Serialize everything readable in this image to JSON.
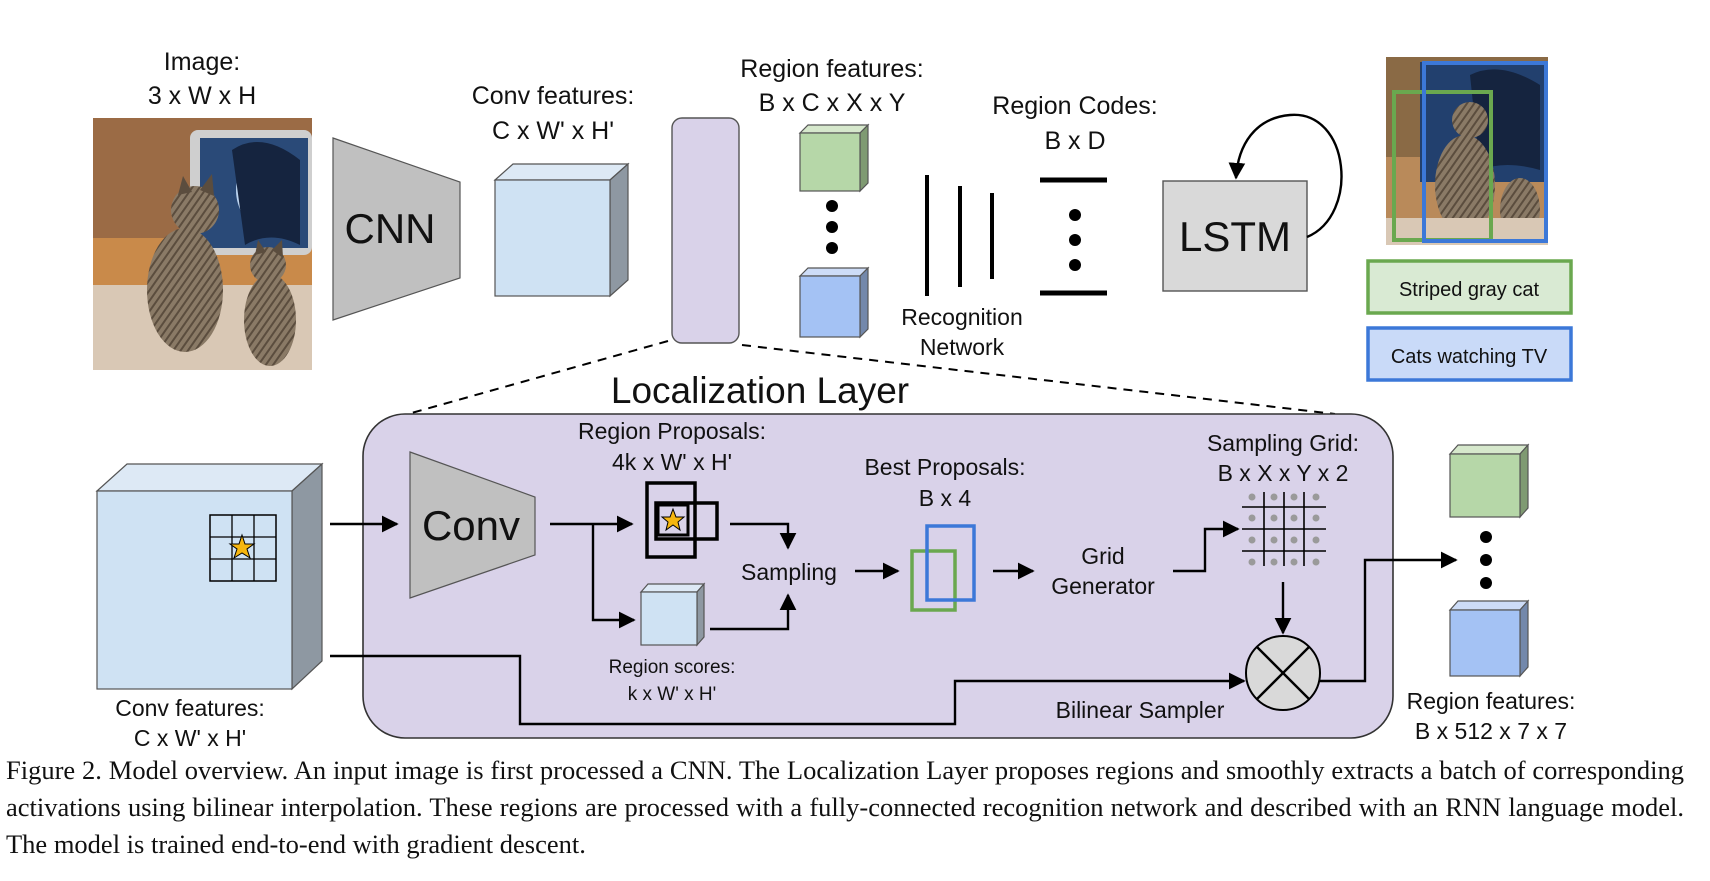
{
  "top": {
    "image_label": [
      "Image:",
      "3 x W x H"
    ],
    "cnn_label": "CNN",
    "conv_features_label": [
      "Conv features:",
      "C x W' x H'"
    ],
    "region_features_label": [
      "Region features:",
      "B x C x X x Y"
    ],
    "region_codes_label": [
      "Region Codes:",
      "B x D"
    ],
    "recognition_label": [
      "Recognition",
      "Network"
    ],
    "lstm_label": "LSTM",
    "captions": [
      "Striped gray cat",
      "Cats watching TV"
    ]
  },
  "localization": {
    "title": "Localization Layer",
    "conv_label": "Conv",
    "region_proposals_label": [
      "Region Proposals:",
      "4k x W' x H'"
    ],
    "region_scores_label": [
      "Region scores:",
      "k x W' x H'"
    ],
    "sampling_label": "Sampling",
    "best_proposals_label": [
      "Best Proposals:",
      "B x 4"
    ],
    "grid_generator_label": [
      "Grid",
      "Generator"
    ],
    "sampling_grid_label": [
      "Sampling Grid:",
      "B x X x Y x 2"
    ],
    "bilinear_label": "Bilinear Sampler"
  },
  "bottom": {
    "conv_features_label": [
      "Conv features:",
      "C x W' x H'"
    ],
    "region_features_label": [
      "Region features:",
      "B x 512 x 7 x 7"
    ]
  },
  "figure_caption": "Figure 2. Model overview.  An input image is first processed a CNN. The Localization Layer proposes regions and smoothly extracts a batch of corresponding activations using bilinear interpolation.  These regions are processed with a fully-connected recognition network and described with an RNN language model. The model is trained end-to-end with gradient descent.",
  "colors": {
    "light_blue": "#cfe2f3",
    "green": "#b6d7a8",
    "blue": "#a4c2f4",
    "lavender": "#d9d2e9",
    "gray": "#c0c0c0",
    "green_border": "#6aa84f",
    "blue_border": "#3c78d8"
  }
}
